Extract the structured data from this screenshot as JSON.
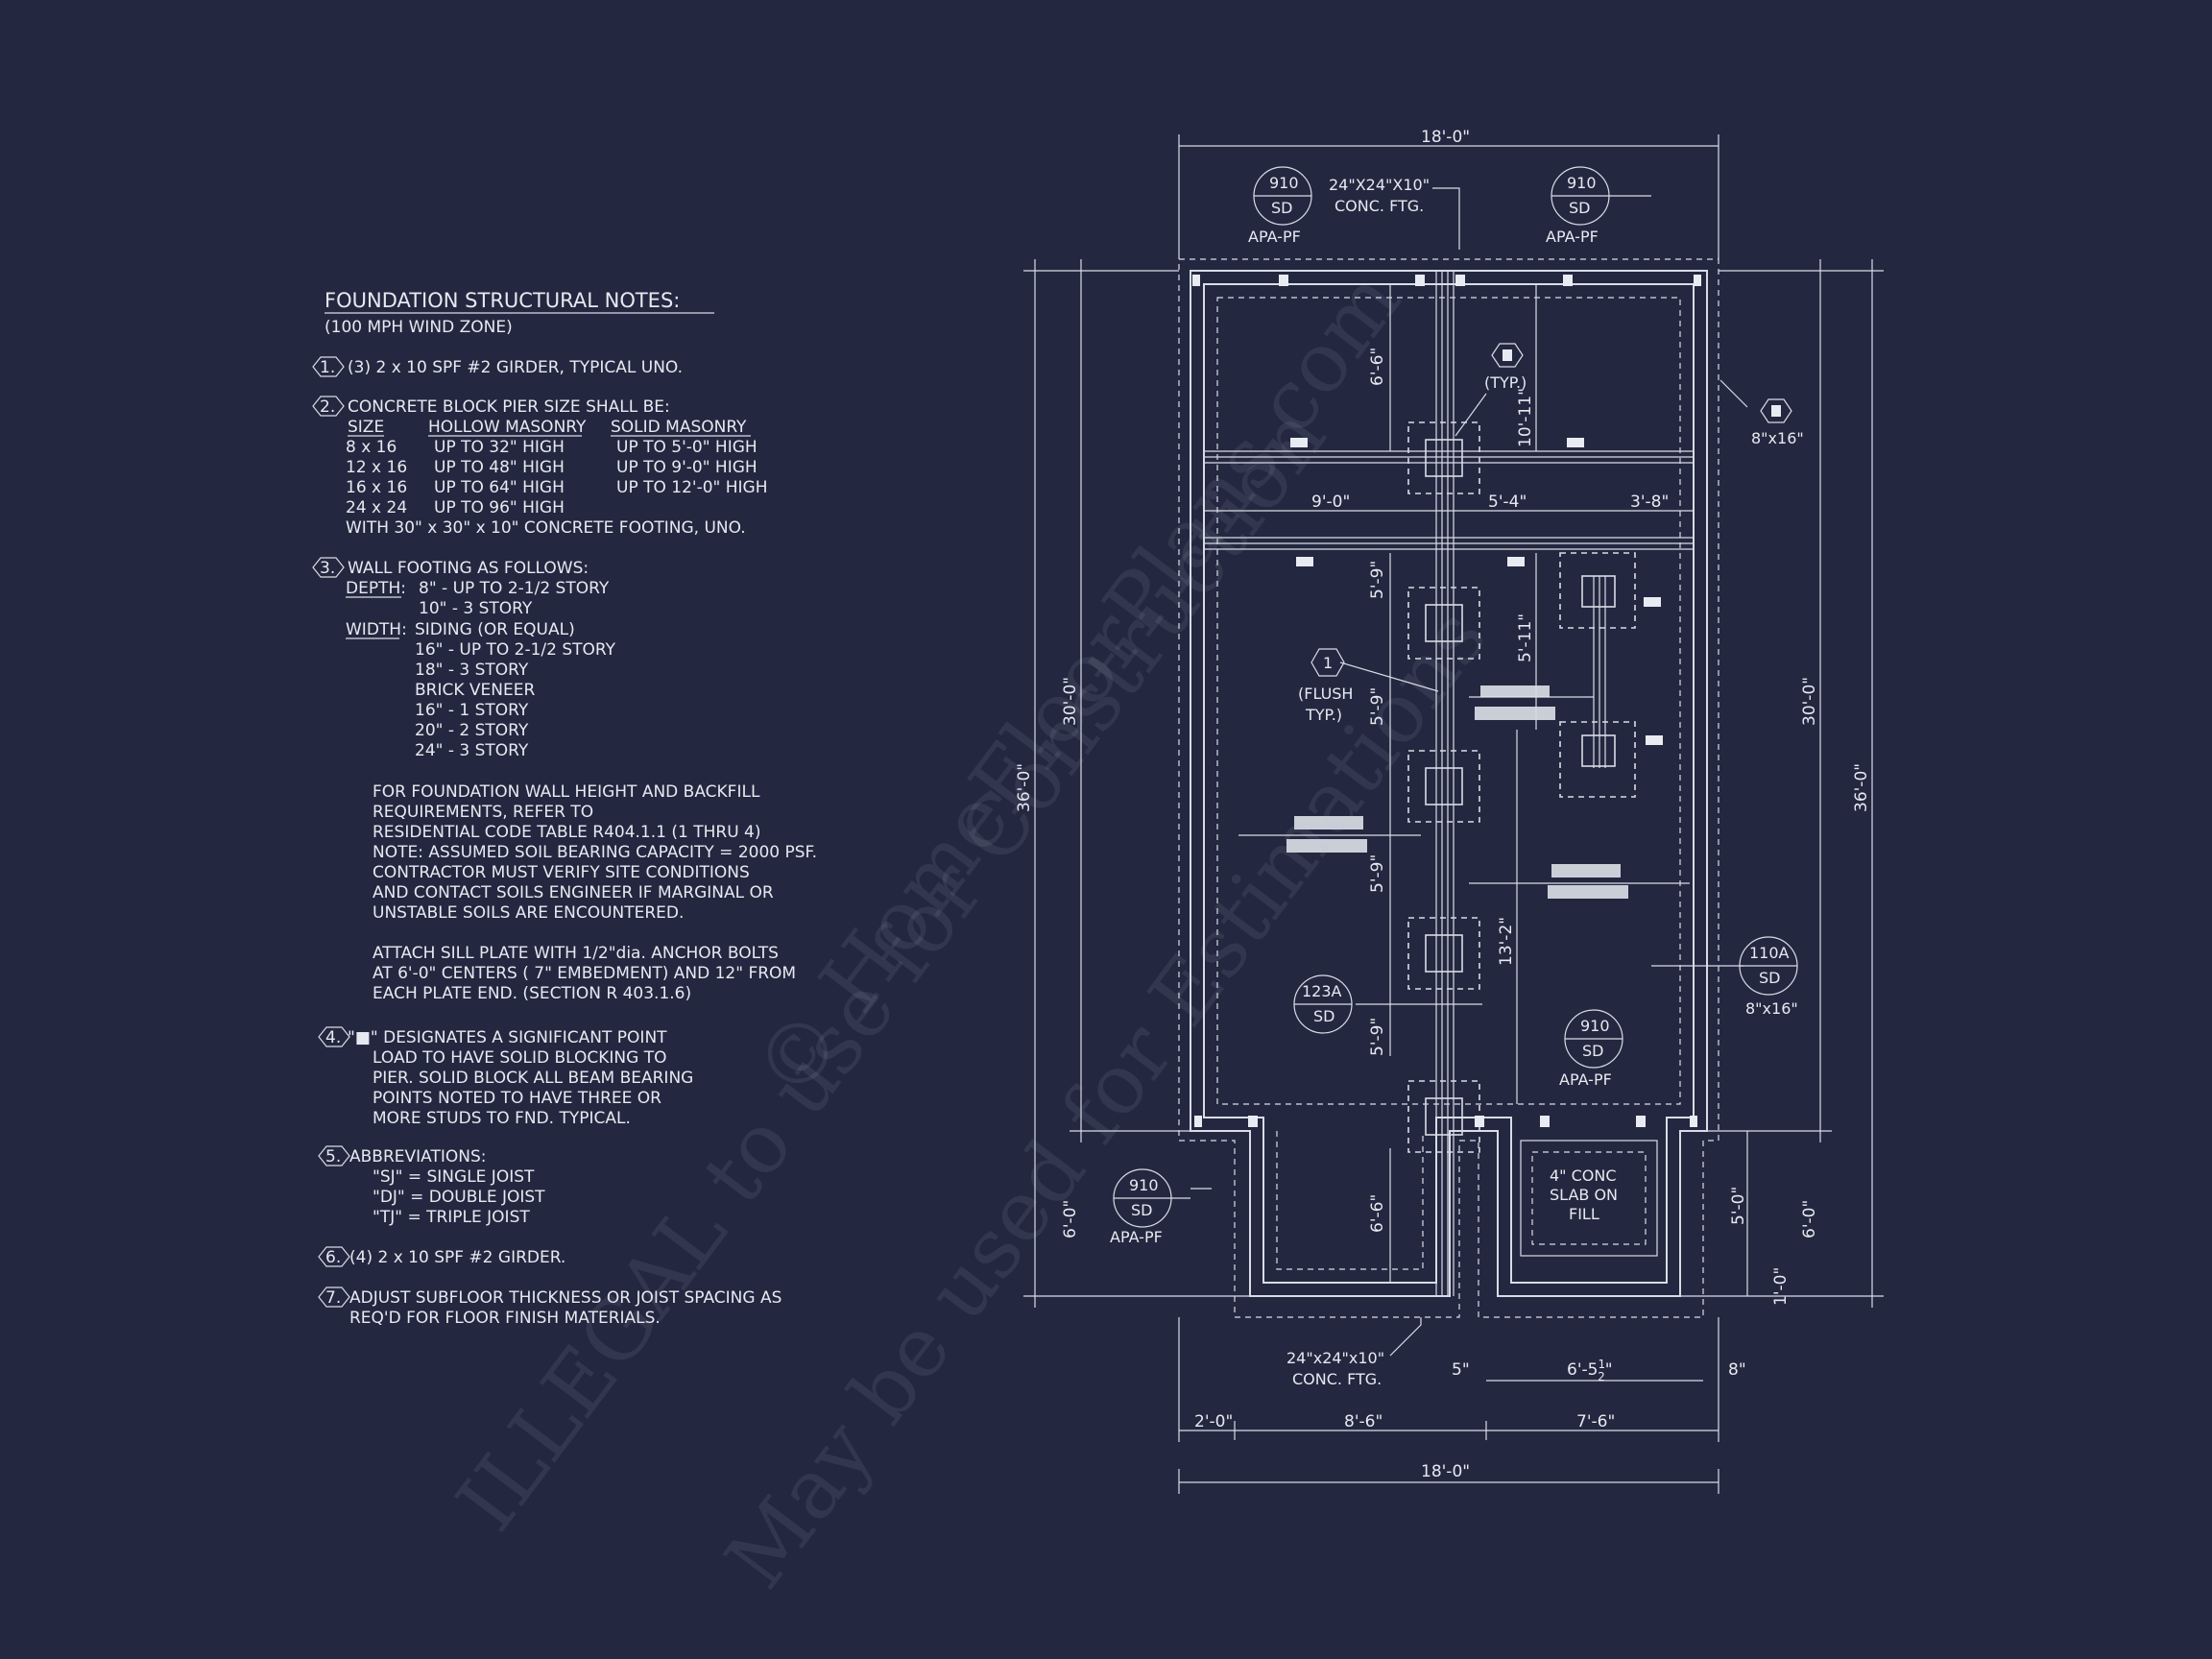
{
  "notes": {
    "title": "FOUNDATION STRUCTURAL NOTES:",
    "subtitle": "(100 MPH WIND ZONE)",
    "n1_num": "1.",
    "n1": "(3) 2 x 10 SPF #2 GIRDER, TYPICAL UNO.",
    "n2_num": "2.",
    "n2": "CONCRETE BLOCK PIER SIZE SHALL BE:",
    "pier_headers": [
      "SIZE",
      "HOLLOW MASONRY",
      "SOLID MASONRY"
    ],
    "pier_rows": [
      [
        "8 x 16",
        "UP TO 32\" HIGH",
        "UP TO 5'-0\" HIGH"
      ],
      [
        "12 x 16",
        "UP TO 48\" HIGH",
        "UP TO 9'-0\" HIGH"
      ],
      [
        "16 x 16",
        "UP TO 64\" HIGH",
        "UP TO 12'-0\" HIGH"
      ],
      [
        "24 x 24",
        "UP TO 96\" HIGH",
        ""
      ]
    ],
    "n2_footing": "WITH 30\" x 30\" x 10\" CONCRETE FOOTING, UNO.",
    "n3_num": "3.",
    "n3": "WALL FOOTING AS FOLLOWS:",
    "depth_label": "DEPTH:",
    "depth_1": "8\" - UP TO 2-1/2 STORY",
    "depth_2": "10\" - 3 STORY",
    "width_label": "WIDTH:",
    "width_1": "SIDING (OR EQUAL)",
    "width_2": "16\" - UP TO 2-1/2 STORY",
    "width_3": "18\" - 3 STORY",
    "width_4": "BRICK VENEER",
    "width_5": "16\" - 1 STORY",
    "width_6": "20\" - 2 STORY",
    "width_7": "24\" - 3 STORY",
    "para1": [
      "FOR FOUNDATION WALL HEIGHT AND BACKFILL",
      "REQUIREMENTS, REFER TO",
      "RESIDENTIAL CODE TABLE R404.1.1 (1 THRU 4)",
      "NOTE: ASSUMED SOIL BEARING CAPACITY = 2000 PSF.",
      "CONTRACTOR MUST VERIFY SITE CONDITIONS",
      "AND CONTACT SOILS ENGINEER IF MARGINAL OR",
      "UNSTABLE SOILS ARE ENCOUNTERED."
    ],
    "para2": [
      "ATTACH SILL PLATE WITH 1/2\"dia. ANCHOR BOLTS",
      "AT 6'-0\" CENTERS ( 7\" EMBEDMENT) AND 12\" FROM",
      "EACH PLATE END. (SECTION R 403.1.6)"
    ],
    "n4_num": "4.",
    "n4_lines": [
      "\"■\" DESIGNATES A SIGNIFICANT POINT",
      "LOAD TO HAVE SOLID BLOCKING TO",
      "PIER. SOLID BLOCK ALL BEAM BEARING",
      "POINTS NOTED TO HAVE THREE OR",
      "MORE STUDS TO FND. TYPICAL."
    ],
    "n5_num": "5.",
    "n5": "ABBREVIATIONS:",
    "abbr": [
      "\"SJ\" = SINGLE JOIST",
      "\"DJ\" = DOUBLE JOIST",
      "\"TJ\" = TRIPLE JOIST"
    ],
    "n6_num": "6.",
    "n6": "(4) 2 x 10 SPF #2 GIRDER.",
    "n7_num": "7.",
    "n7_lines": [
      "ADJUST SUBFLOOR THICKNESS OR JOIST SPACING AS",
      "REQ'D FOR FLOOR FINISH MATERIALS."
    ]
  },
  "plan": {
    "dim_top": "18'-0\"",
    "dim_bottom_total": "18'-0\"",
    "dim_bottom_a": "2'-0\"",
    "dim_bottom_b": "8'-6\"",
    "dim_bottom_c": "7'-6\"",
    "dim_left_outer": "36'-0\"",
    "dim_left_inner": "30'-0\"",
    "dim_left_lower": "6'-0\"",
    "dim_right_outer": "36'-0\"",
    "dim_right_inner": "30'-0\"",
    "dim_right_lower": "6'-0\"",
    "dim_right_step": "5'-0\"",
    "dim_right_tiny": "1'-0\"",
    "dim_6_6_top": "6'-6\"",
    "dim_6_6_bot": "6'-6\"",
    "dim_5_9_a": "5'-9\"",
    "dim_5_9_b": "5'-9\"",
    "dim_5_9_c": "5'-9\"",
    "dim_5_9_d": "5'-9\"",
    "dim_10_11": "10'-11\"",
    "dim_5_11": "5'-11\"",
    "dim_13_2": "13'-2\"",
    "dim_9_0": "9'-0\"",
    "dim_5_4": "5'-4\"",
    "dim_3_8": "3'-8\"",
    "dim_5in": "5\"",
    "dim_8in": "8\"",
    "dim_6_5_half_whole": "6'-5",
    "dim_6_5_half_num": "1",
    "dim_6_5_half_den": "2",
    "dim_6_5_half_end": "\"",
    "ftg_top_1": "24\"X24\"X10\"",
    "ftg_top_2": "CONC. FTG.",
    "ftg_bot_1": "24\"x24\"x10\"",
    "ftg_bot_2": "CONC. FTG.",
    "slab_1": "4\" CONC",
    "slab_2": "SLAB ON",
    "slab_3": "FILL",
    "typ": "(TYP.)",
    "flush_1": "(FLUSH",
    "flush_2": "TYP.)",
    "flush_tag": "1",
    "size_8x16_a": "8\"x16\"",
    "size_8x16_b": "8\"x16\"",
    "tags": [
      {
        "top": "910",
        "bot": "SD",
        "label": "APA-PF"
      },
      {
        "top": "910",
        "bot": "SD",
        "label": "APA-PF"
      },
      {
        "top": "910",
        "bot": "SD",
        "label": "APA-PF"
      },
      {
        "top": "910",
        "bot": "SD",
        "label": "APA-PF"
      },
      {
        "top": "123A",
        "bot": "SD",
        "label": ""
      },
      {
        "top": "110A",
        "bot": "SD",
        "label": ""
      }
    ]
  },
  "watermark": {
    "line1": "© HomeFloorPlans.com",
    "line2": "ILLEGAL to use for Construction",
    "line3": "May be used for Estimations"
  }
}
